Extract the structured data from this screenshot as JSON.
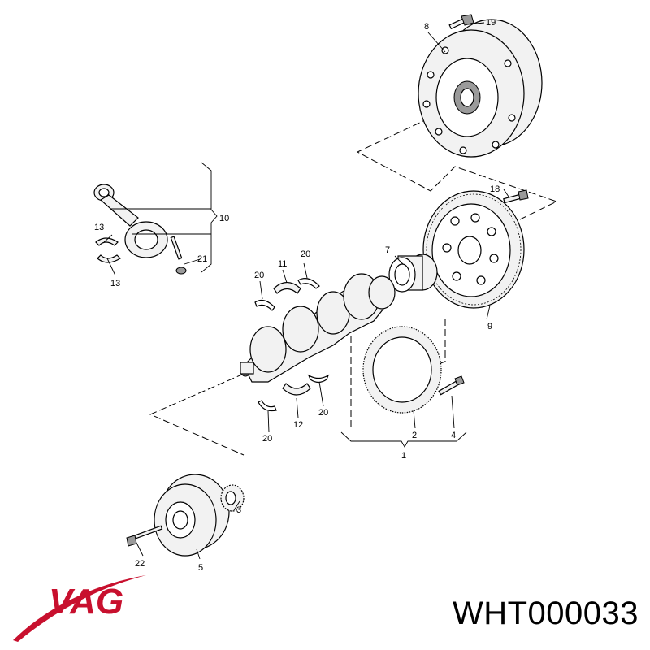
{
  "brand": {
    "logo_text": "VAG",
    "logo_color": "#c8102e"
  },
  "part_number": "WHT000033",
  "callouts": {
    "c1": "1",
    "c2": "2",
    "c3": "3",
    "c4": "4",
    "c5": "5",
    "c7": "7",
    "c8": "8",
    "c9": "9",
    "c10": "10",
    "c11": "11",
    "c12": "12",
    "c13a": "13",
    "c13b": "13",
    "c18": "18",
    "c19": "19",
    "c20a": "20",
    "c20b": "20",
    "c20c": "20",
    "c20d": "20",
    "c21": "21",
    "c22": "22"
  }
}
